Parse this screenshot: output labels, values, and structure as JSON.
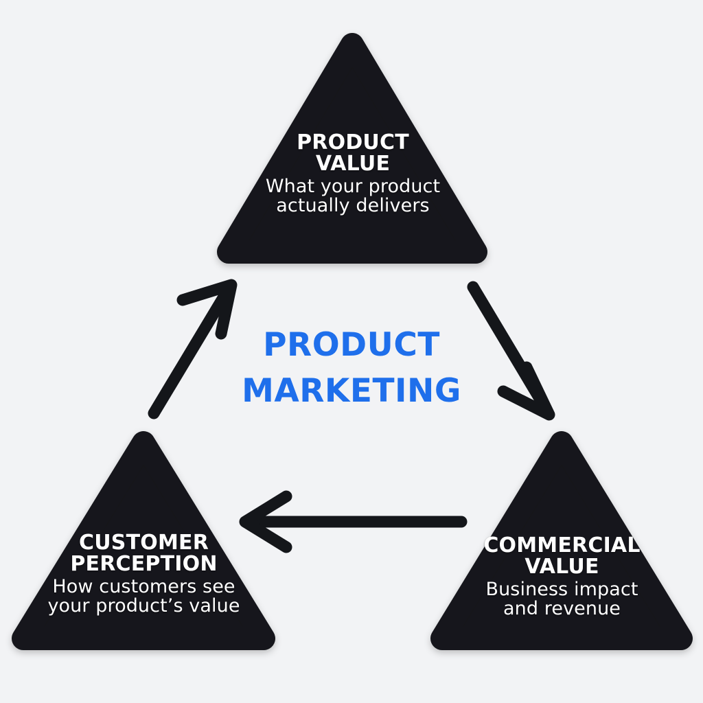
{
  "background_color": "#f2f3f5",
  "shape_color": "#14161a",
  "accent_color": "#1f6feb",
  "center": {
    "line1": "PRODUCT",
    "line2": "MARKETING"
  },
  "nodes": [
    {
      "id": "product-value",
      "title_line1": "PRODUCT",
      "title_line2": "VALUE",
      "desc_line1": "What your product",
      "desc_line2": "actually delivers"
    },
    {
      "id": "customer-perception",
      "title_line1": "CUSTOMER",
      "title_line2": "PERCEPTION",
      "desc_line1": "How customers see",
      "desc_line2": "your product’s value"
    },
    {
      "id": "commercial-value",
      "title_line1": "COMMERCIAL",
      "title_line2": "VALUE",
      "desc_line1": "Business impact",
      "desc_line2": "and revenue"
    }
  ],
  "arrows": [
    {
      "id": "arrow-product-to-commercial",
      "direction": "down-right"
    },
    {
      "id": "arrow-commercial-to-customer",
      "direction": "left"
    },
    {
      "id": "arrow-customer-to-product",
      "direction": "up-right"
    }
  ]
}
